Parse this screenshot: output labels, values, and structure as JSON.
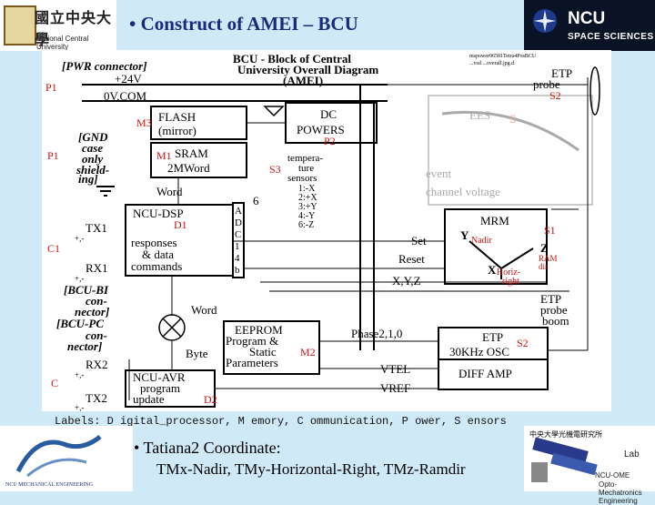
{
  "header": {
    "logo_cn": "國立中央大學",
    "logo_en": "National Central University",
    "title": "• Construct of AMEI – BCU",
    "ncu_title": "NCU",
    "ncu_sub": "SPACE SCIENCES"
  },
  "diagram": {
    "heading1": "BCU - Block of Central",
    "heading2": "University Overall Diagram",
    "heading3": "(AMEI)",
    "ref_note1": "mspower06581Tetra4PosBCU",
    "ref_note2": "...vsd  ...overall.jpg.d",
    "pwr_connector": "[PWR connector]",
    "v24": "+24V",
    "v0": "0V,COM",
    "gnd1": "[GND",
    "gnd2": "case",
    "gnd3": "only",
    "gnd4": "shield-",
    "gnd5": "ing]",
    "flash1": "FLASH",
    "flash2": "(mirror)",
    "sram1": "SRAM",
    "sram2": "2MWord",
    "word": "Word",
    "ncu_dsp": "NCU-DSP",
    "dsp_l2": "responses",
    "dsp_l3": "& data",
    "dsp_l4": "commands",
    "tx1": "TX1",
    "rx1": "RX1",
    "adc": [
      "A",
      "D",
      "C",
      "1",
      "4",
      "b"
    ],
    "six": "6",
    "dc_powers1": "DC",
    "dc_powers2": "POWERS",
    "temp1": "tempera-",
    "temp2": "ture",
    "temp3": "sensors",
    "temp_list": [
      "1:-X",
      "2:+X",
      "3:+Y",
      "4:-Y",
      "6:-Z"
    ],
    "ees": "EES",
    "s_label": "S",
    "event": "event",
    "channel_voltage": "channel voltage",
    "etp_probe1": "ETP",
    "etp_probe2": "probe",
    "mrm": "MRM",
    "set": "Set",
    "reset": "Reset",
    "xyz": "X,Y,Z",
    "y_axis": "Y",
    "nadir": "Nadir",
    "z_axis": "Z",
    "ram_dir1": "RAM",
    "ram_dir2": "dir",
    "x_axis": "X",
    "horiz1": "Horiz-",
    "horiz2": "right",
    "etp_boom1": "ETP",
    "etp_boom2": "probe",
    "etp_boom3": "boom",
    "bcu_bi1": "[BCU-BI",
    "bcu_bi2": "con-",
    "bcu_bi3": "nector]",
    "bcu_pc1": "[BCU-PC",
    "bcu_pc2": "con-",
    "bcu_pc3": "nector]",
    "word2": "Word",
    "byte": "Byte",
    "rx2": "RX2",
    "tx2": "TX2",
    "eeprom1": "EEPROM",
    "eeprom2": "Program &",
    "eeprom3": "Static",
    "eeprom4": "Parameters",
    "phase": "Phase2,1,0",
    "etp_osc1": "ETP",
    "etp_osc2": "30KHz OSC",
    "diff_amp": "DIFF AMP",
    "vtel": "VTEL",
    "vref": "VREF",
    "ncu_avr1": "NCU-AVR",
    "ncu_avr2": "program",
    "ncu_avr3": "update",
    "tags": {
      "p1a": "P1",
      "p1b": "P1",
      "m3": "M3",
      "m1": "M1",
      "p2": "P2",
      "s3": "S3",
      "d1": "D1",
      "c1": "C1",
      "s1": "S1",
      "s2a": "S2",
      "s2b": "S2",
      "m2": "M2",
      "c": "C",
      "d2": "D2"
    },
    "plus_minus": "+,-"
  },
  "legend": "Labels: D igital_processor, M emory, C ommunication, P ower, S ensors",
  "bullet1": "• Tatiana2 Coordinate:",
  "bullet2": "TMx-Nadir, TMy-Horizontal-Right, TMz-Ramdir",
  "footer": {
    "lab_cn": "中央大學光機電研究所",
    "lab": "Lab",
    "lab_t1": "NCU-OME",
    "lab_t2": "Opto-Mechatronics Engineering",
    "mech": "NCU MECHANICAL ENGINEERING"
  },
  "colors": {
    "tag_red": "#cc1111",
    "title_blue": "#1b2a7a",
    "bg": "#cfe9f7"
  }
}
